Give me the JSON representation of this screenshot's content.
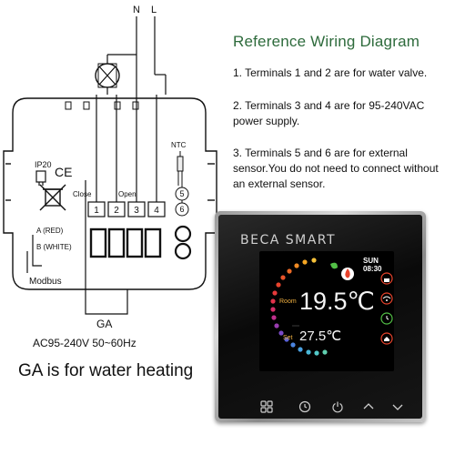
{
  "wiring": {
    "terminal_N": "N",
    "terminal_L": "L",
    "ip_rating": "IP20",
    "ce_mark": "CE",
    "close_label": "Close",
    "open_label": "Open",
    "terminals": [
      "1",
      "2",
      "3",
      "4"
    ],
    "ntc_label": "NTC",
    "ntc_terminals": [
      "5",
      "6"
    ],
    "modbus_a": "A (RED)",
    "modbus_b": "B (WHITE)",
    "modbus_label": "Modbus",
    "model": "GA",
    "power_spec": "AC95-240V 50~60Hz",
    "caption": "GA is for water heating"
  },
  "reference": {
    "title": "Reference Wiring Diagram",
    "notes": [
      "1. Terminals 1 and 2 are for water valve.",
      "2. Terminals 3 and 4 are for 95-240VAC power supply.",
      "3. Terminals 5 and 6 are for external sensor.You do not need to connect without an external sensor."
    ]
  },
  "thermostat": {
    "brand": "BECA SMART",
    "clock": "SUN 08:30",
    "room_label": "Room",
    "room_temp": "19.5℃",
    "set_label": "Set",
    "set_temp": "27.5℃",
    "buttons": [
      "menu-icon",
      "clock-icon",
      "power-icon",
      "up-icon",
      "down-icon"
    ]
  },
  "colors": {
    "title_green": "#2e6b3c",
    "dial_warm": "#e8432c",
    "dial_cool": "#4aa0e0"
  }
}
